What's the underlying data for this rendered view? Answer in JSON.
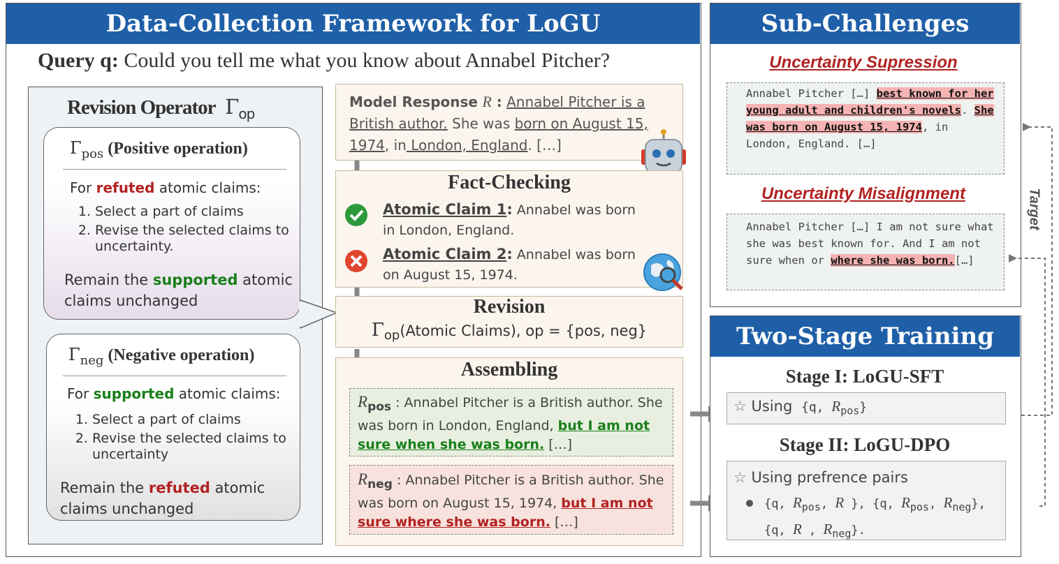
{
  "left_panel": {
    "title": "Data-Collection Framework for LoGU",
    "query_label": "Query q:",
    "query_text": "Could you tell me what you know about Annabel Pitcher?"
  },
  "revision_operator": {
    "title": "Revision Operator",
    "symbol": "Γ",
    "subscript": "op",
    "pos": {
      "symbol": "Γ",
      "subscript": "pos",
      "label": "(Positive operation)",
      "intro_pre": "For ",
      "intro_key": "refuted",
      "intro_post": " atomic claims:",
      "steps": [
        "Select a part of claims",
        "Revise the selected claims to uncertainty."
      ],
      "remain_pre": "Remain the ",
      "remain_key": "supported",
      "remain_post": " atomic claims unchanged"
    },
    "neg": {
      "symbol": "Γ",
      "subscript": "neg",
      "label": "(Negative operation)",
      "intro_pre": "For ",
      "intro_key": "supported",
      "intro_post": " atomic claims:",
      "steps": [
        "Select a part of claims",
        "Revise the selected claims to uncertainty"
      ],
      "remain_pre": "Remain the ",
      "remain_key": "refuted",
      "remain_post": " atomic claims unchanged"
    }
  },
  "model_response": {
    "label": "Model Response",
    "var": "R",
    "colon": " :",
    "t1": "Annabel Pitcher is a British author.",
    "t2": " She was ",
    "t3": "born on August 15, 1974",
    "t4": ", in",
    "t5": " London, England",
    "t6": ". […]"
  },
  "fact_checking": {
    "title": "Fact-Checking",
    "claim1_label": "Atomic Claim 1",
    "claim1_text": "Annabel was born in London, England.",
    "claim2_label": "Atomic Claim 2",
    "claim2_text": "Annabel was born on August 15, 1974."
  },
  "revision": {
    "title": "Revision",
    "symbol": "Γ",
    "subscript": "op",
    "formula": "(Atomic Claims), op = {pos, neg}"
  },
  "assembling": {
    "title": "Assembling",
    "pos": {
      "var": "R",
      "subscript": "pos",
      "text1": " : Annabel Pitcher is a British author. She was born in London, England, ",
      "highlight": "but I am not sure when she was born.",
      "text2": " […]"
    },
    "neg": {
      "var": "R",
      "subscript": "neg",
      "text1": " : Annabel Pitcher is a British author. She was born on August 15, 1974, ",
      "highlight": "but I am not sure where she was born.",
      "text2": " […]"
    }
  },
  "sub_challenges": {
    "title": "Sub-Challenges",
    "supression": {
      "title": "Uncertainty Supression",
      "t1": "Annabel Pitcher […] ",
      "h1": "best known for her young adult and children's novels",
      "t2": ". ",
      "h2": "She was born on August 15, 1974",
      "t3": ", in London, England.  […]"
    },
    "misalignment": {
      "title": "Uncertainty Misalignment",
      "t1": "Annabel Pitcher […] I am not sure what she was best known for. And I am not sure when or ",
      "h1": "where she was born.",
      "t2": "[…]"
    },
    "target_label": "Target"
  },
  "two_stage": {
    "title": "Two-Stage Training",
    "stage1_title": "Stage I: LoGU-SFT",
    "stage1_using": "Using",
    "stage1_pre": "{q, ",
    "stage1_var": "R",
    "stage1_sub": "pos",
    "stage1_post": "}",
    "stage2_title": "Stage II: LoGU-DPO",
    "stage2_using": "Using prefrence pairs",
    "pairs": {
      "p1a": "{q, ",
      "v": "R",
      "s_pos": "pos",
      "s_neg": "neg",
      "p1b": ", ",
      "p1c": " }, {q, ",
      "p1d": ", ",
      "p1e": "},",
      "p2a": "{q, ",
      "p2b": " , ",
      "p2c": "}."
    }
  },
  "colors": {
    "header_blue": "#1f5fa8",
    "refuted_red": "#b22222",
    "supported_green": "#1a7f1a",
    "response_bg": "#fbf5ee"
  }
}
